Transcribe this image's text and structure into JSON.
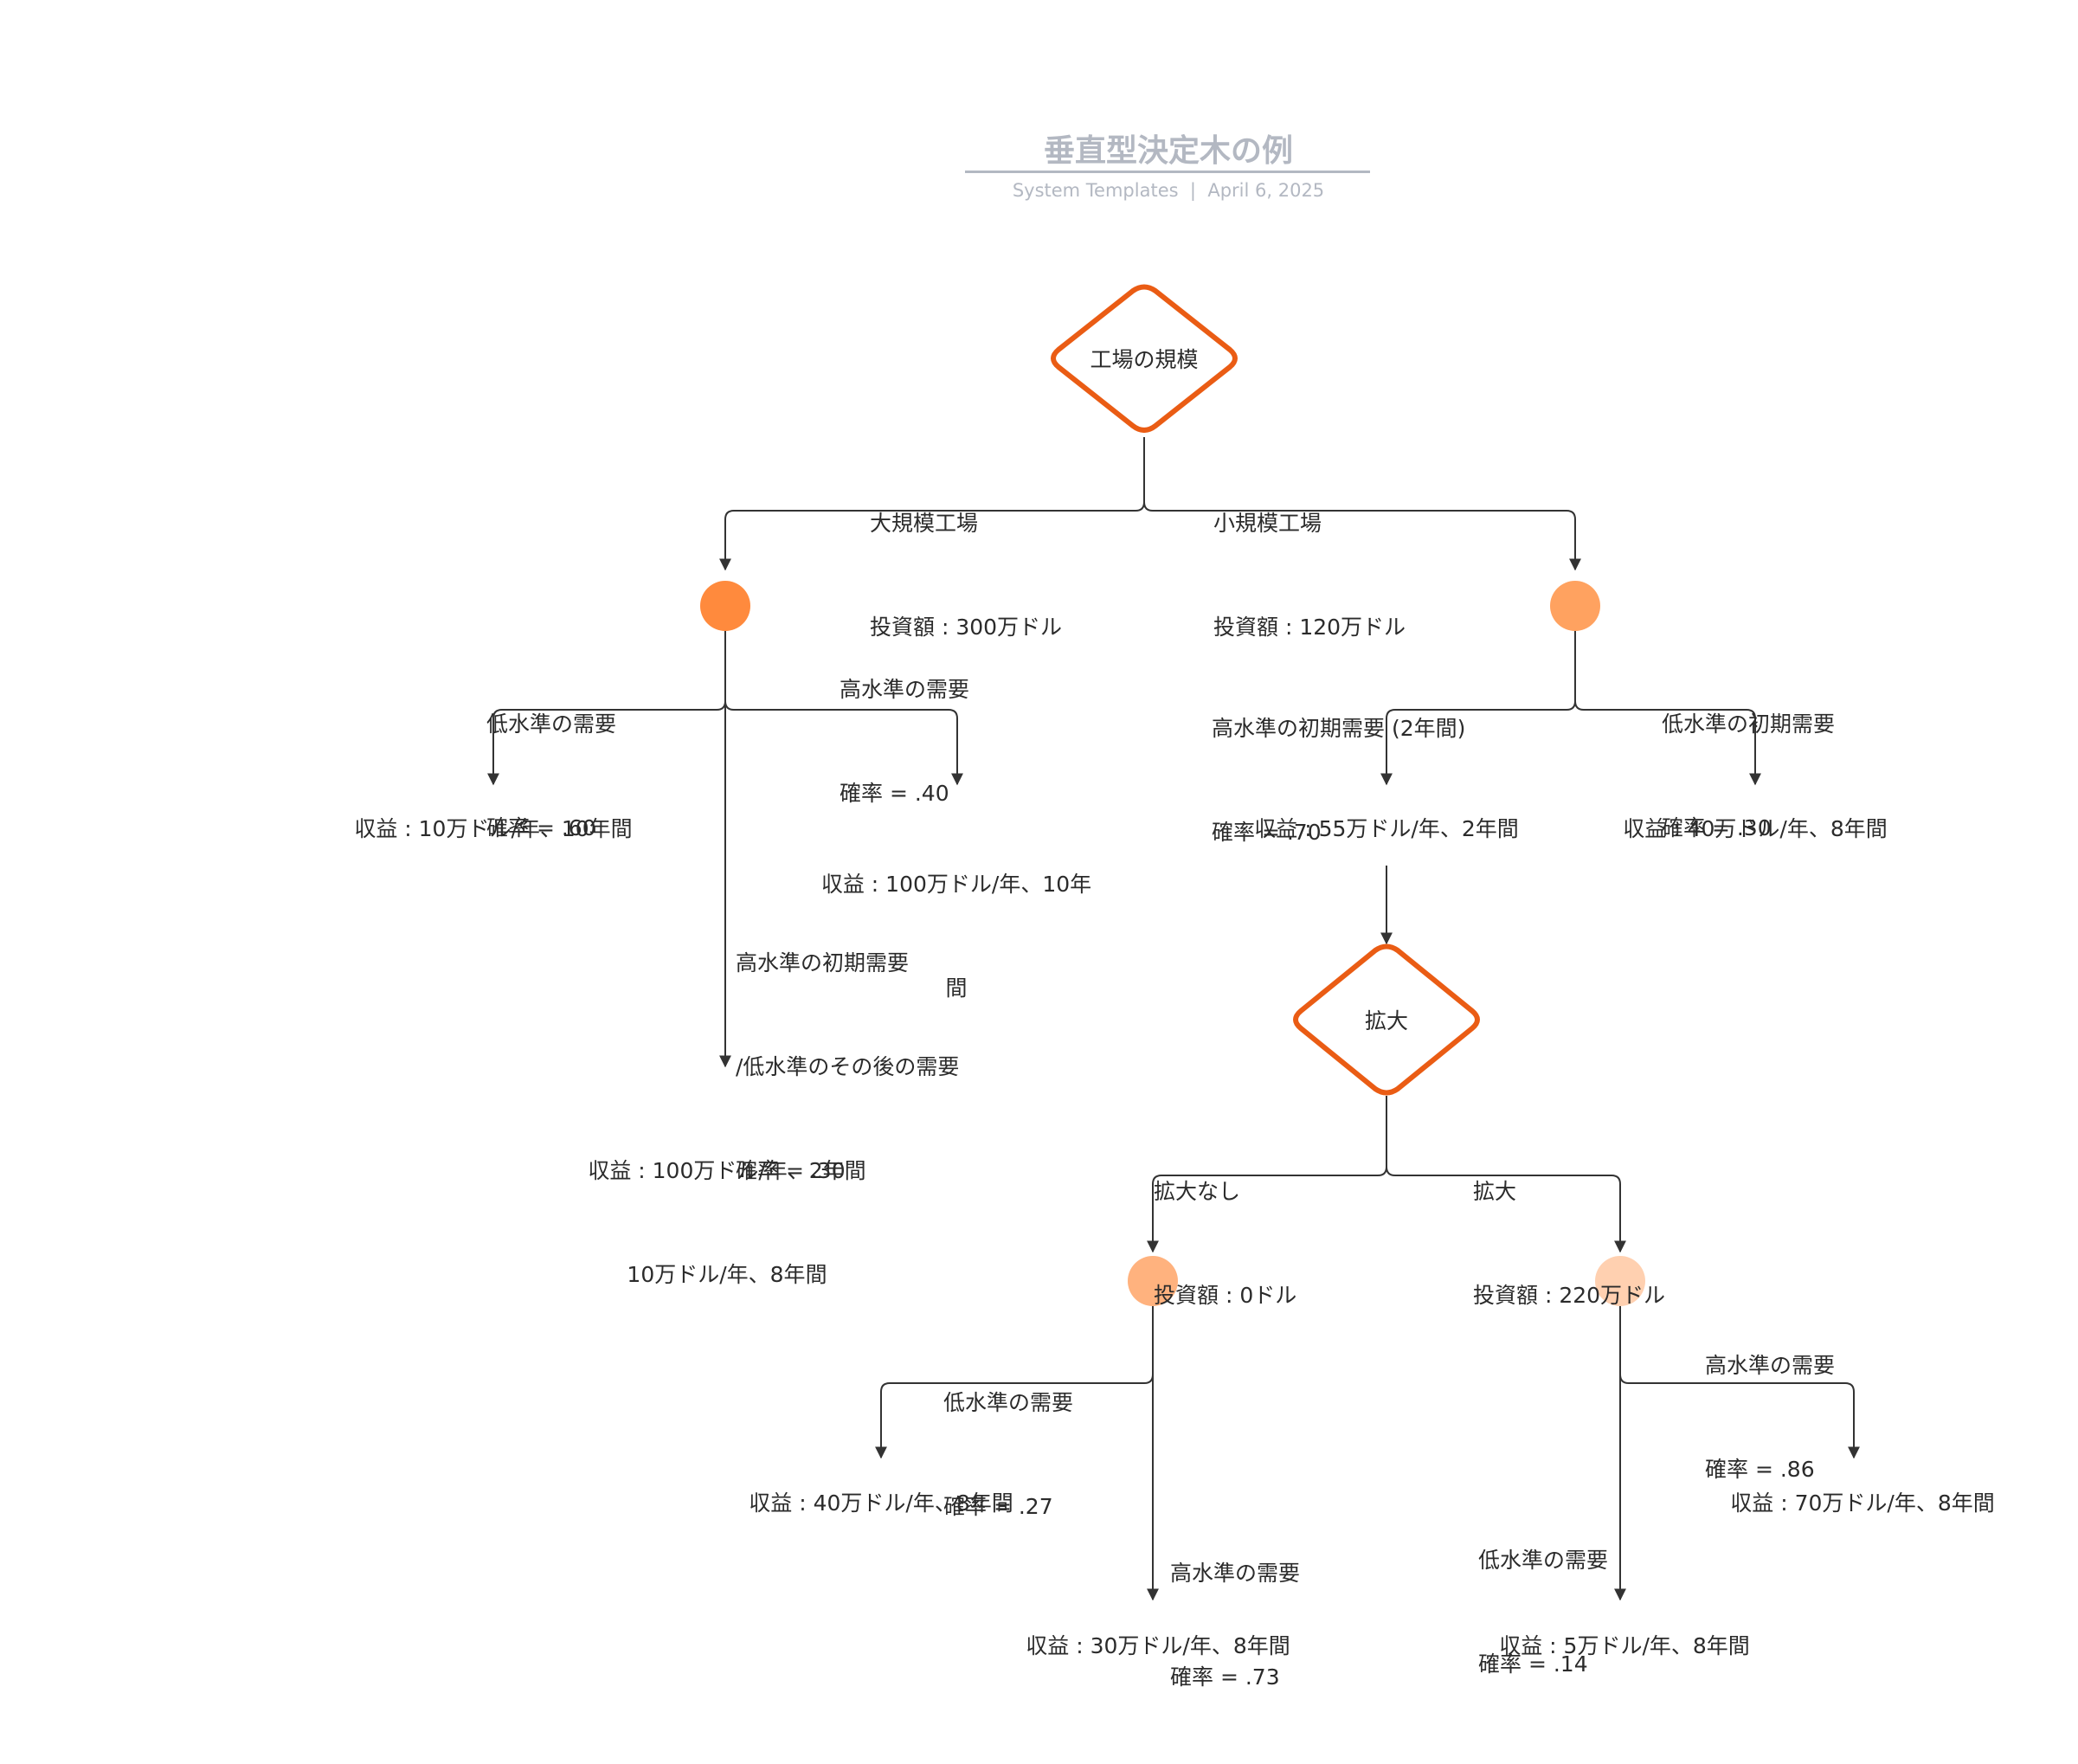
{
  "header": {
    "title": "垂直型決定木の例",
    "subtitle": "System Templates  |  April 6, 2025"
  },
  "colors": {
    "decision_border": "#ea5c14",
    "chance_1": "#ff8a3d",
    "chance_2": "#ffa260",
    "chance_3": "#ffb27e",
    "chance_4": "#ffd0b0",
    "connector": "#333333",
    "title": "#b3b8c2"
  },
  "nodes": {
    "decision_factory": {
      "label": "工場の規模"
    },
    "decision_expand": {
      "label": "拡大"
    }
  },
  "edges": {
    "large_plant": {
      "line1": "大規模工場",
      "line2": "投資額 : 300万ドル"
    },
    "small_plant": {
      "line1": "小規模工場",
      "line2": "投資額 : 120万ドル"
    },
    "large_low": {
      "line1": "低水準の需要",
      "line2": "確率 = .60"
    },
    "large_high": {
      "line1": "高水準の需要",
      "line2": "確率 = .40"
    },
    "large_mixed": {
      "line1": "高水準の初期需要",
      "line2": "/低水準のその後の需要",
      "line3": "確率 = .30"
    },
    "small_high_initial": {
      "line1": "高水準の初期需要 (2年間)",
      "line2": "確率 = .70"
    },
    "small_low_initial": {
      "line1": "低水準の初期需要",
      "line2": "確率 = .30"
    },
    "no_expand": {
      "line1": "拡大なし",
      "line2": "投資額 : 0ドル"
    },
    "expand": {
      "line1": "拡大",
      "line2": "投資額 : 220万ドル"
    },
    "noexp_low": {
      "line1": "低水準の需要",
      "line2": "確率 = .27"
    },
    "noexp_high": {
      "line1": "高水準の需要",
      "line2": "確率 = .73"
    },
    "exp_high": {
      "line1": "高水準の需要",
      "line2": "確率 = .86"
    },
    "exp_low": {
      "line1": "低水準の需要",
      "line2": "確率 = .14"
    }
  },
  "outcomes": {
    "large_low": "収益 : 10万ドル/年、10年間",
    "large_high_1": "収益 : 100万ドル/年、10年",
    "large_high_2": "間",
    "large_mixed_1": "収益 : 100万ドル/年、2年間",
    "large_mixed_2": "10万ドル/年、8年間",
    "small_high": "収益 : 55万ドル/年、2年間",
    "small_low": "収益 : 40万ドル/年、8年間",
    "noexp_low": "収益 : 40万ドル/年、8年間",
    "noexp_high": "収益 : 30万ドル/年、8年間",
    "exp_high": "収益 : 70万ドル/年、8年間",
    "exp_low": "収益 : 5万ドル/年、8年間"
  }
}
